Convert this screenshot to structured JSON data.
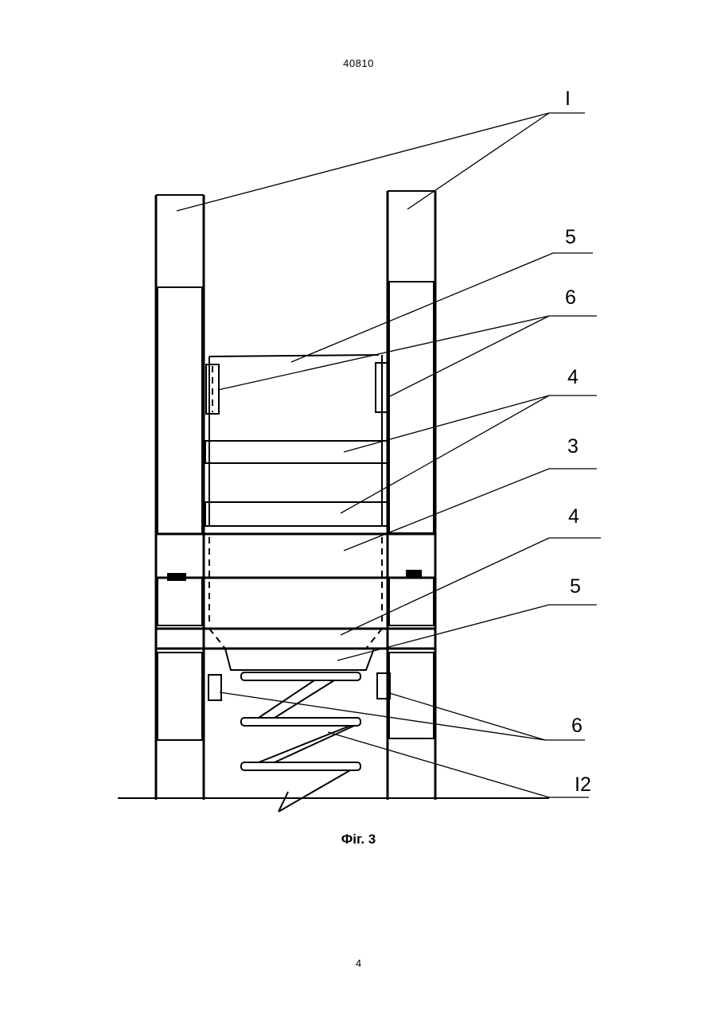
{
  "header": {
    "doc_number": "40810"
  },
  "figure": {
    "caption": "Фіг. 3",
    "labels": {
      "I": "I",
      "five_top": "5",
      "six_top": "6",
      "four_top": "4",
      "three": "3",
      "four_bottom": "4",
      "five_bottom": "5",
      "six_bottom": "6",
      "twelve": "I2"
    }
  },
  "footer": {
    "page_number": "4"
  }
}
